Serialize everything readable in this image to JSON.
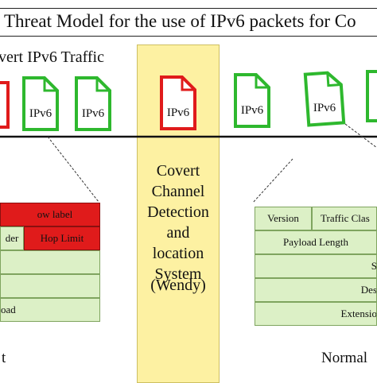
{
  "title": "Threat Model for the use of IPv6 packets for Co",
  "traffic_label": "vert IPv6 Traffic",
  "packets": [
    {
      "label": "IPv6",
      "color": "#2eb82e"
    },
    {
      "label": "IPv6",
      "color": "#2eb82e"
    },
    {
      "label": "IPv6",
      "color": "#e01b1b"
    },
    {
      "label": "IPv6",
      "color": "#2eb82e"
    },
    {
      "label": "IPv6",
      "color": "#2eb82e"
    }
  ],
  "center": {
    "lines": [
      "Covert",
      "Channel",
      "Detection",
      "and",
      "location",
      "System"
    ],
    "agent": "(Wendy)"
  },
  "left_header": {
    "row1": "ow label",
    "row2_a": "der",
    "row2_b": "Hop Limit",
    "row5": "oad"
  },
  "right_header": {
    "version": "Version",
    "traffic_class": "Traffic Clas",
    "payload_length": "Payload Length",
    "row3": "S",
    "row4": "Des",
    "row5": "Extensio"
  },
  "bottom_left_label": "t",
  "bottom_right_label": "Normal",
  "colors": {
    "covert_red": "#e01b1b",
    "normal_green": "#2eb82e",
    "header_green_fill": "#dcf0c6",
    "detection_yellow": "#fdf1a2"
  }
}
